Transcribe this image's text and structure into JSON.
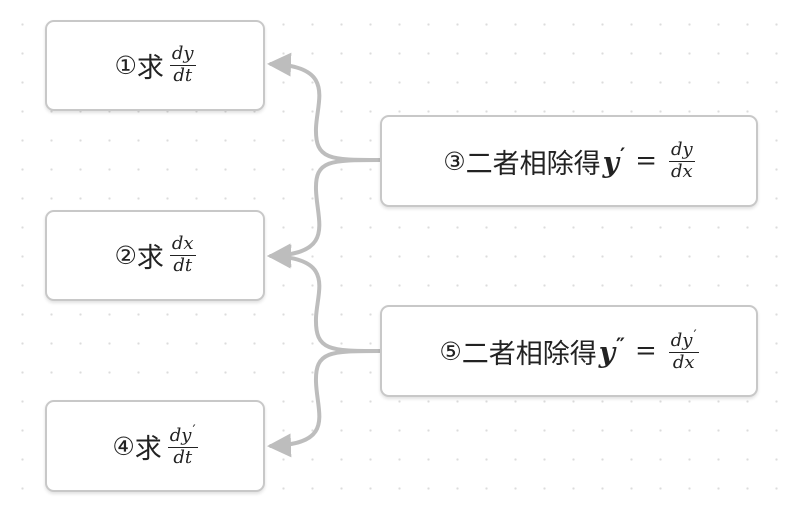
{
  "nodes": {
    "n1": {
      "marker": "①",
      "verb": "求",
      "num": "dy",
      "den": "dt"
    },
    "n2": {
      "marker": "②",
      "verb": "求",
      "num": "dx",
      "den": "dt"
    },
    "n3": {
      "marker": "③",
      "text": "二者相除得",
      "lhs": "y",
      "lhs_prime": "′",
      "eq": "=",
      "num": "dy",
      "den": "dx"
    },
    "n4": {
      "marker": "④",
      "verb": "求",
      "num": "dy",
      "num_prime": "′",
      "den": "dt"
    },
    "n5": {
      "marker": "⑤",
      "text": "二者相除得",
      "lhs": "y",
      "lhs_prime": "″",
      "eq": "=",
      "num": "dy",
      "num_prime": "′",
      "den": "dx"
    }
  },
  "style": {
    "border_color": "#c8c8c8",
    "link_color": "#bdbdbd",
    "background": "#ffffff"
  }
}
